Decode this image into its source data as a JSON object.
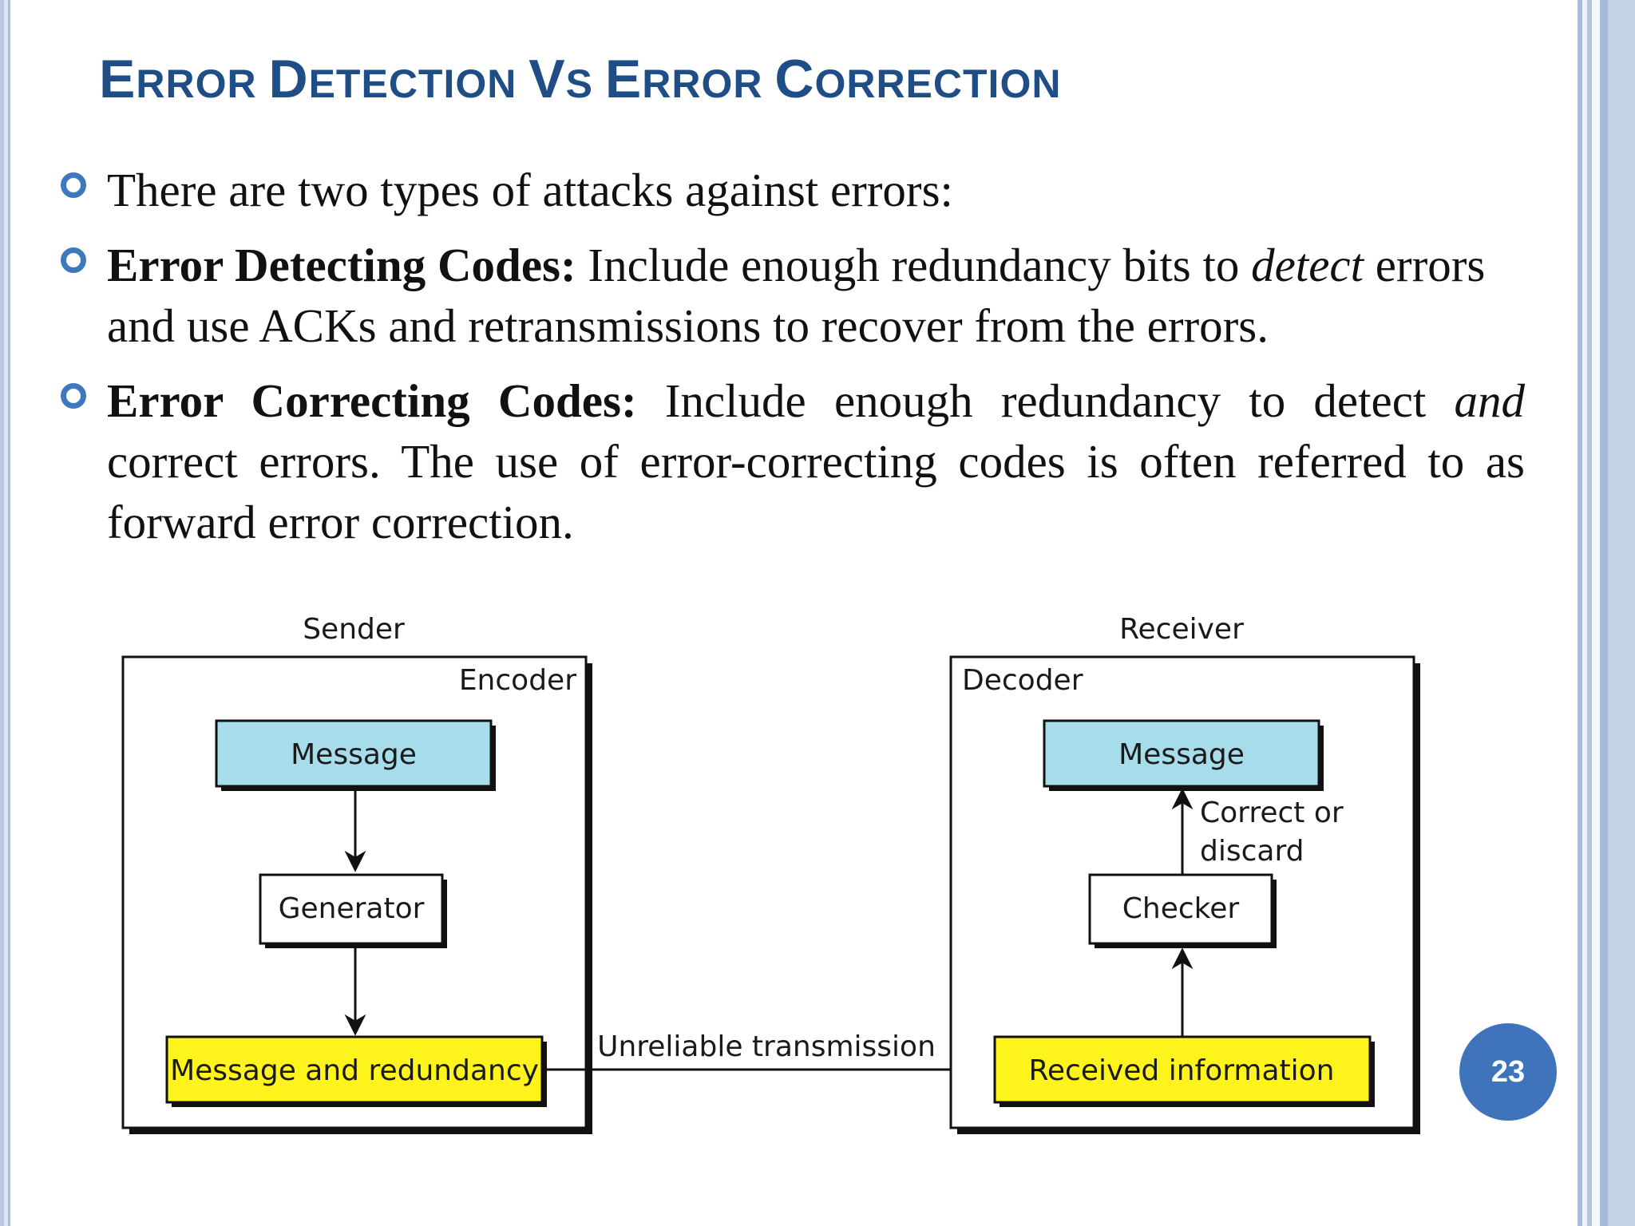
{
  "slide": {
    "title": {
      "part1_big": "E",
      "part1_small": "RROR ",
      "part2_big": "D",
      "part2_small": "ETECTION ",
      "part3_big": "V",
      "part3_small": "S ",
      "part4_big": "E",
      "part4_small": "RROR  ",
      "part5_big": "C",
      "part5_small": "ORRECTION"
    },
    "bullets": [
      {
        "text": "There are two types of attacks against errors:"
      },
      {
        "lead": "Error Detecting Codes:",
        "text_before": " Include enough redundancy bits to ",
        "em": "detect",
        "text_after": " errors and use ACKs and retransmissions to recover from the errors."
      },
      {
        "lead": "Error Correcting Codes:",
        "text_before": " Include enough redundancy to detect ",
        "em": "and",
        "text_after": " correct errors. The use of error-correcting codes is often referred to as forward error correction."
      }
    ],
    "page_number": "23"
  },
  "diagram": {
    "sender_label": "Sender",
    "encoder_label": "Encoder",
    "sender_message": "Message",
    "generator": "Generator",
    "message_and_redundancy": "Message and redundancy",
    "transmission_label": "Unreliable transmission",
    "receiver_label": "Receiver",
    "decoder_label": "Decoder",
    "receiver_message": "Message",
    "correct_line1": "Correct or",
    "correct_line2": "discard",
    "checker": "Checker",
    "received_information": "Received information"
  },
  "colors": {
    "title": "#1f4e86",
    "bullet_marker": "#3e79bd",
    "message_box": "#a7dcea",
    "redundancy_box": "#fff31c",
    "page_badge": "#3f74bd"
  }
}
